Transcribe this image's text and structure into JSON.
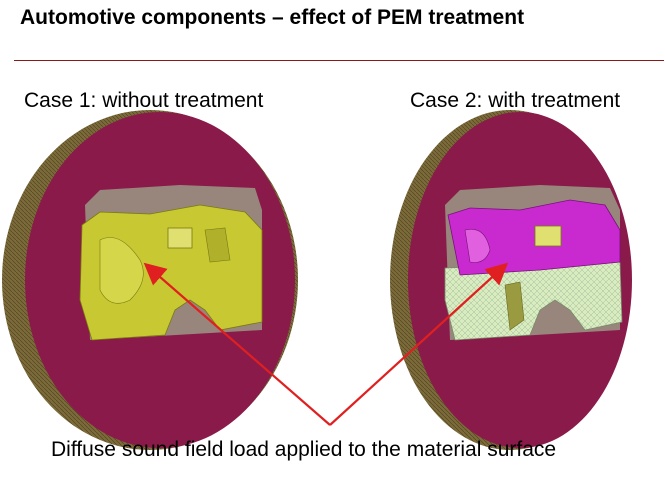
{
  "slide": {
    "title": "Automotive components – effect of PEM treatment"
  },
  "case1": {
    "label": "Case 1: without treatment"
  },
  "case2": {
    "label": "Case 2: with treatment"
  },
  "caption": "Diffuse sound field load applied to the material surface",
  "colors": {
    "title_rule": "#8b1a1a",
    "sphere_face": "#8a1a4a",
    "sphere_rim": "#6b5a2a",
    "untreated_panel": "#c8c832",
    "treated_panel_upper": "#c82ad0",
    "treated_panel_lower": "#d8ecc0",
    "arrow": "#e02020"
  }
}
